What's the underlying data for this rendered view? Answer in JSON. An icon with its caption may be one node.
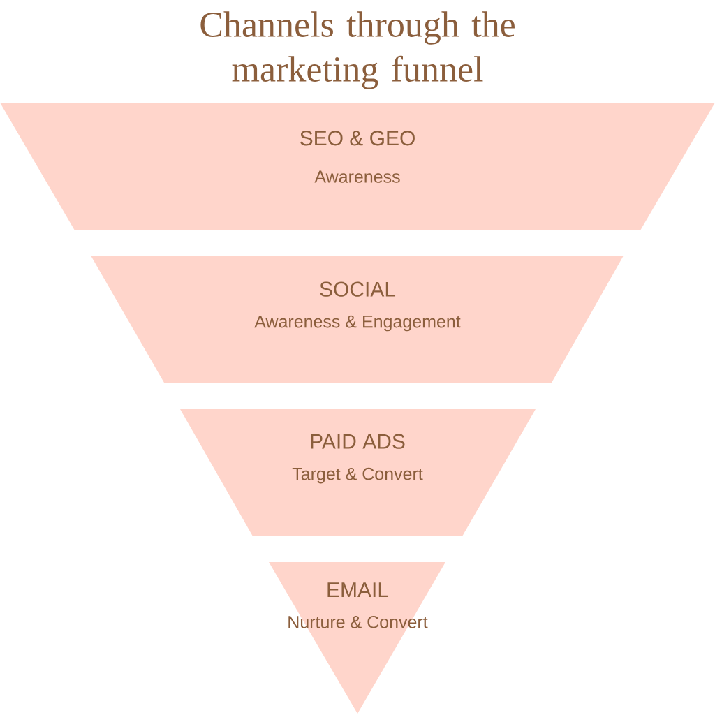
{
  "diagram": {
    "title": "Channels through the marketing funnel",
    "nodes": [
      {
        "text": [
          "SEO & GEO",
          "Awareness"
        ]
      },
      {
        "text": [
          "SOCIAL",
          "Awareness & Engagement"
        ]
      },
      {
        "text": [
          "PAID ADS",
          "Target & Convert"
        ]
      },
      {
        "text": [
          "EMAIL",
          "Nurture & Convert"
        ]
      }
    ]
  }
}
